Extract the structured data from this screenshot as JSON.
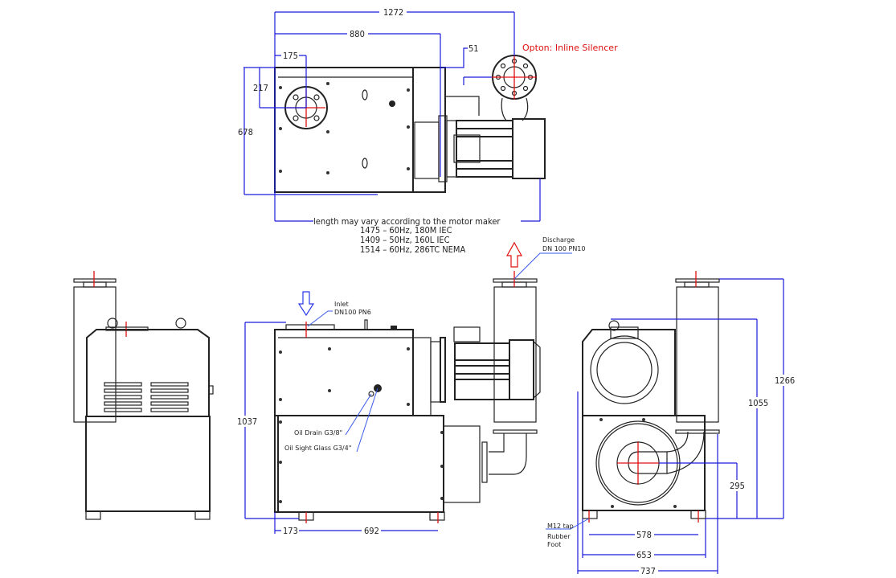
{
  "colors": {
    "dimension": "#1a1adc",
    "centerline": "#e01010",
    "outline": "#222222",
    "discharge_arrow": "#e01010",
    "inlet_arrow": "#1a1adc"
  },
  "top_view": {
    "dims": {
      "overall_length": "1272",
      "body_length": "880",
      "inlet_offset_x": "175",
      "silencer_offset": "51",
      "inlet_offset_y": "217",
      "width": "678"
    },
    "option_label": "Opton: Inline Silencer",
    "length_note": "length may vary according to the motor maker",
    "length_variants": [
      "1475 – 60Hz, 180M IEC",
      "1409 – 50Hz, 160L IEC",
      "1514 – 60Hz, 286TC NEMA"
    ]
  },
  "front_view": {
    "inlet_label": [
      "Inlet",
      "DN100 PN6"
    ],
    "discharge_label": [
      "Discharge",
      "DN 100 PN10"
    ],
    "oil_drain_label": "Oil Drain G3/8\"",
    "oil_sight_label": "Oil Sight Glass G3/4\"",
    "dims": {
      "height": "1037",
      "foot_offset": "173",
      "foot_spacing": "692"
    }
  },
  "side_view": {
    "foot_labels": [
      "M12 tap",
      "Rubber",
      "Foot"
    ],
    "dims": {
      "overall_height": "1266",
      "inlet_height": "1055",
      "outlet_height": "295",
      "foot_spacing": "578",
      "foot_width": "653",
      "overall_width": "737"
    }
  }
}
